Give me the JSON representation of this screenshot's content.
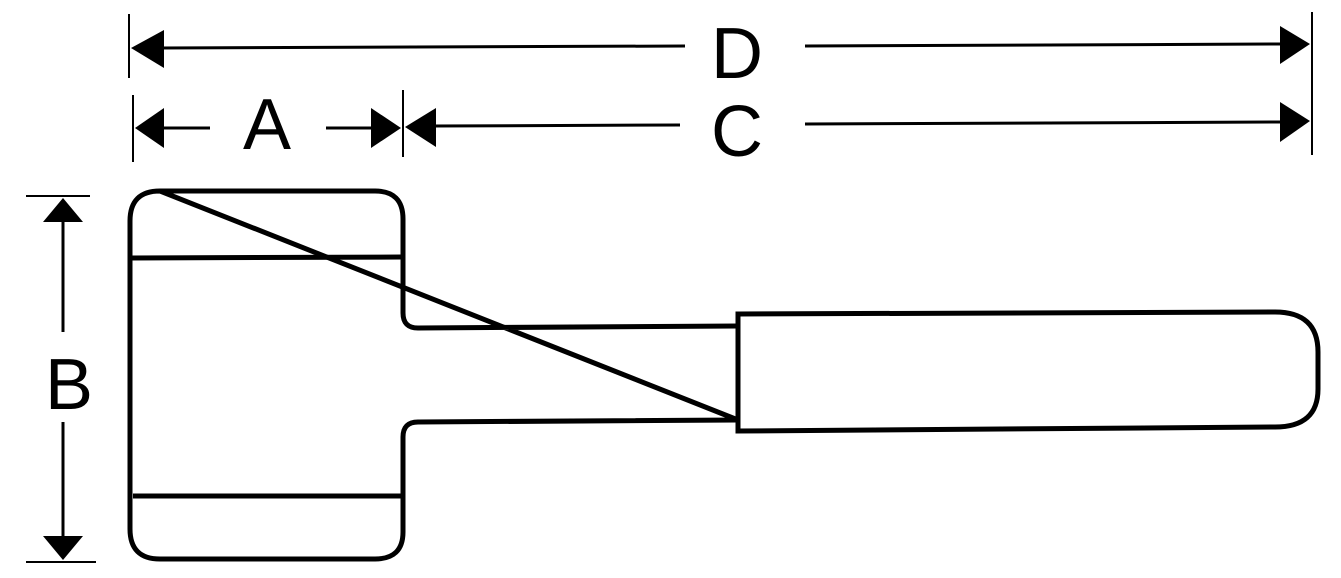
{
  "dimension_labels": {
    "head_width": "A",
    "head_height": "B",
    "handle_length": "C",
    "overall_length": "D"
  }
}
